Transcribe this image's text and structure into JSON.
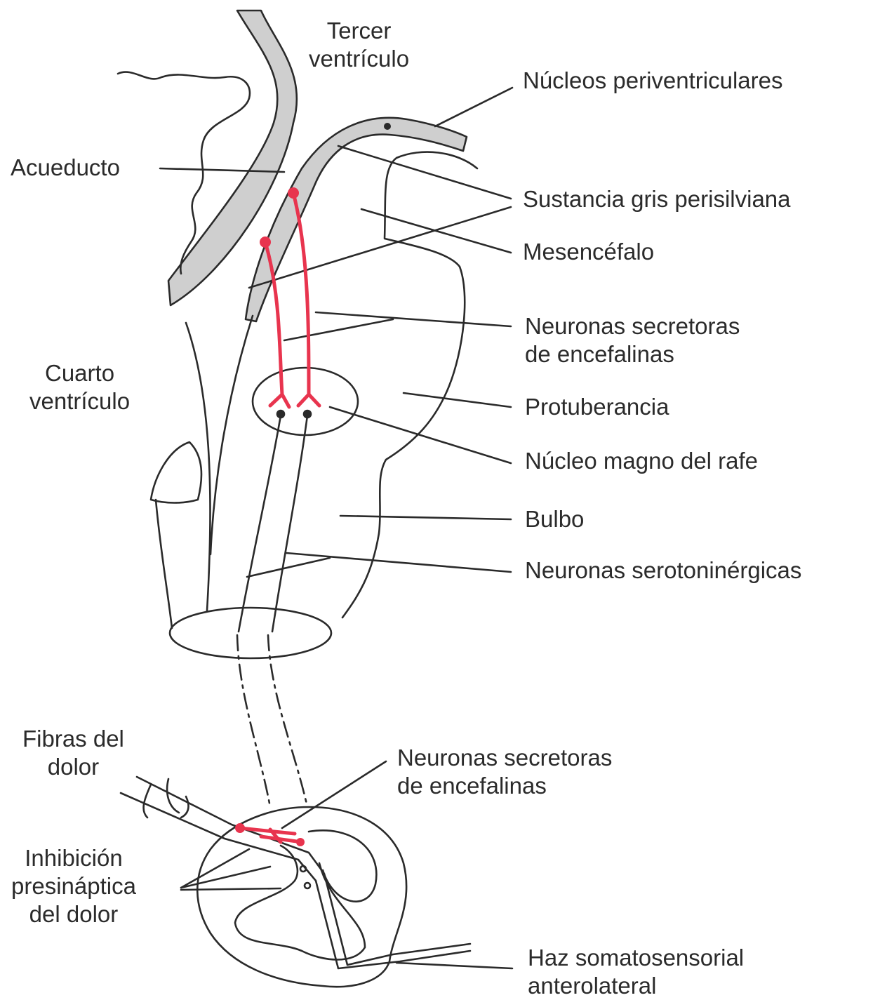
{
  "labels": {
    "tercer_ventriculo": [
      "Tercer",
      "ventrículo"
    ],
    "nucleos_periventriculares": "Núcleos periventriculares",
    "acueducto": "Acueducto",
    "sustancia_gris": "Sustancia gris perisilviana",
    "mesencefalo": "Mesencéfalo",
    "neuronas_encefalinas_top": [
      "Neuronas secretoras",
      "de encefalinas"
    ],
    "cuarto_ventriculo": [
      "Cuarto",
      "ventrículo"
    ],
    "protuberancia": "Protuberancia",
    "nucleo_magno": "Núcleo magno del rafe",
    "bulbo": "Bulbo",
    "neuronas_serotoninergicas": "Neuronas serotoninérgicas",
    "fibras_dolor": [
      "Fibras del",
      "dolor"
    ],
    "neuronas_encefalinas_bottom": [
      "Neuronas secretoras",
      "de encefalinas"
    ],
    "inhibicion": [
      "Inhibición",
      "presináptica",
      "del dolor"
    ],
    "haz": [
      "Haz somatosensorial",
      "anterolateral"
    ]
  },
  "colors": {
    "outline": "#2a2a2a",
    "gray_fill": "#cfcfcf",
    "neuron_red": "#e8344e",
    "text": "#2b2b2b"
  }
}
